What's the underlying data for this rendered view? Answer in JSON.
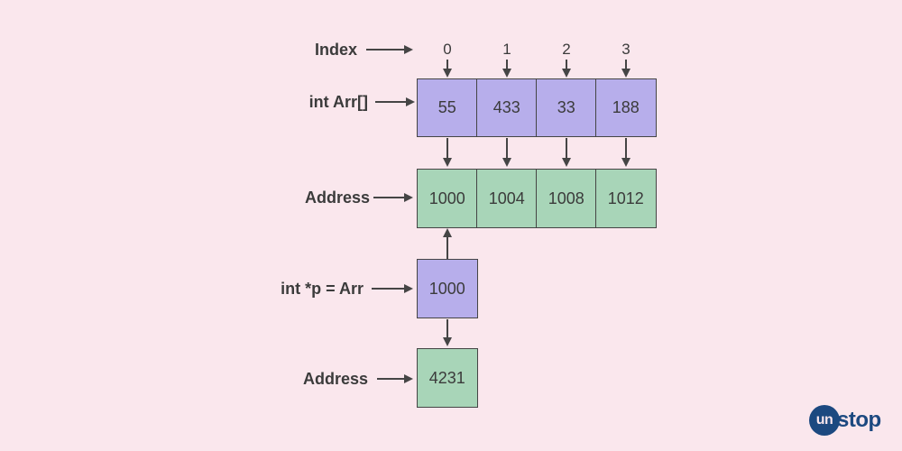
{
  "diagram": {
    "index": {
      "label": "Index",
      "values": [
        "0",
        "1",
        "2",
        "3"
      ]
    },
    "array": {
      "label": "int Arr[]",
      "values": [
        "55",
        "433",
        "33",
        "188"
      ]
    },
    "address_row": {
      "label": "Address",
      "values": [
        "1000",
        "1004",
        "1008",
        "1012"
      ]
    },
    "pointer": {
      "label": "int *p = Arr",
      "value": "1000"
    },
    "pointer_address": {
      "label": "Address",
      "value": "4231"
    }
  },
  "colors": {
    "background": "#FAE7ED",
    "array_fill": "#B7AEEB",
    "address_fill": "#A8D5B8",
    "line": "#454545",
    "text": "#3B3B3B",
    "logo_navy": "#1C4980"
  },
  "logo": {
    "circle_text": "un",
    "suffix_text": "stop"
  }
}
